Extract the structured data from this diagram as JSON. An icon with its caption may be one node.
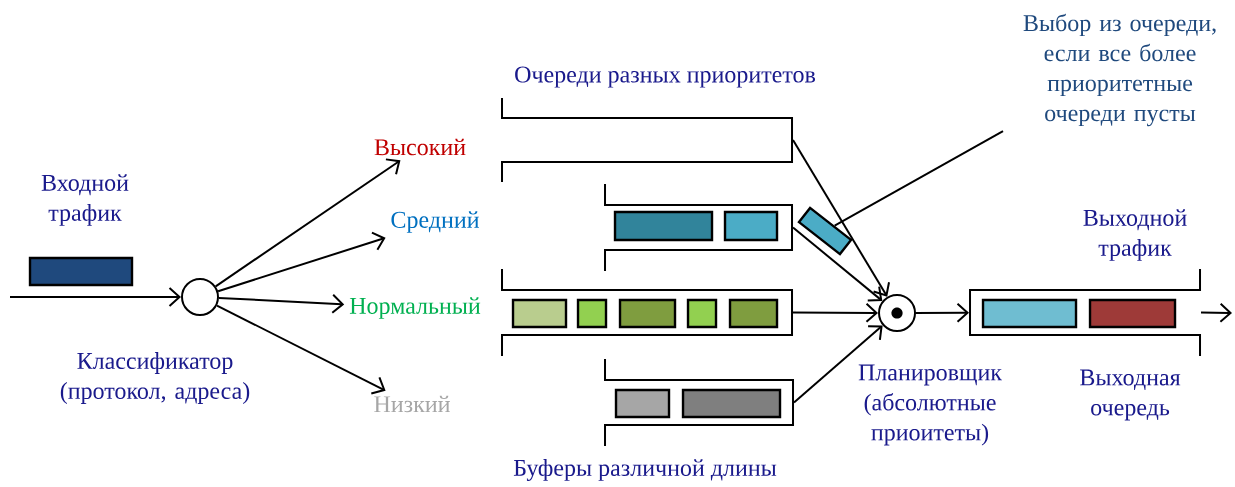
{
  "diagram": {
    "nodes": [
      {
        "text": [],
        "shape": "circle",
        "beside": [
          "Классификатор (протокол, адреса)"
        ]
      },
      {
        "text": [
          "Высокий"
        ]
      },
      {
        "text": [
          "Средний"
        ]
      },
      {
        "text": [
          "Нормальный"
        ]
      },
      {
        "text": [
          "Низкий"
        ]
      },
      {
        "text": [],
        "shape": "box"
      },
      {
        "text": [],
        "shape": "box"
      },
      {
        "text": [],
        "shape": "box"
      },
      {
        "text": [],
        "shape": "box"
      },
      {
        "text": [],
        "shape": "circle"
      },
      {
        "text": [],
        "shape": "box",
        "beside": [
          "Выходная очередь"
        ]
      },
      {
        "text": [],
        "shape": "box"
      },
      {
        "text": [
          "Выбор из очереди, если все более приоритетные очереди пусты"
        ]
      }
    ],
    "edges": [
      {
        "from": null,
        "to": 0,
        "arrow": "to"
      },
      {
        "from": 0,
        "to": 1,
        "arrow": "to"
      },
      {
        "from": 0,
        "to": 2,
        "arrow": "to"
      },
      {
        "from": 0,
        "to": 3,
        "arrow": "to"
      },
      {
        "from": 0,
        "to": 4,
        "arrow": "to"
      },
      {
        "from": 5,
        "to": 9,
        "arrow": "to"
      },
      {
        "from": 6,
        "to": 9,
        "arrow": "to"
      },
      {
        "from": 7,
        "to": 9,
        "arrow": "to"
      },
      {
        "from": 8,
        "to": 9,
        "arrow": "to"
      },
      {
        "from": 9,
        "to": 10,
        "arrow": "to"
      },
      {
        "from": 10,
        "to": null,
        "arrow": "to"
      },
      {
        "from": 12,
        "to": 11,
        "arrow": "none"
      }
    ],
    "labels": [
      "Входной трафик",
      "Очереди разных приоритетов",
      "Выходной трафик",
      "Планировщик (абсолютные приоитеты)",
      "Буферы различной длины"
    ]
  }
}
